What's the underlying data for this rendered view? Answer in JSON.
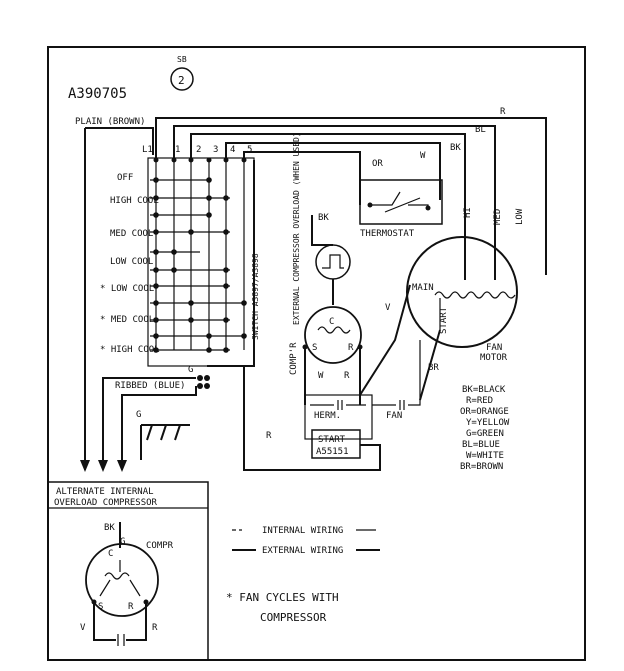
{
  "diagram": {
    "model_number": "A390705",
    "circle_number": "2",
    "circle_superscript": "SB",
    "plain_label": "PLAIN (BROWN)",
    "ribbed_label": "RIBBED (BLUE)",
    "ground_label": "G",
    "terminals": [
      "L1",
      "1",
      "2",
      "3",
      "4",
      "5"
    ],
    "switch_positions": [
      "OFF",
      "HIGH COOL",
      "MED COOL",
      "LOW COOL",
      "* LOW COOL",
      "* MED COOL",
      "* HIGH COOL"
    ],
    "switch_label": "SWITCH A3897/A3898",
    "wire_labels": {
      "r_top": "R",
      "bl": "BL",
      "bk_top": "BK",
      "or": "OR",
      "w_top": "W",
      "bk_comp": "BK",
      "v": "V",
      "w_comp": "W",
      "r_comp": "R",
      "br": "BR",
      "r_bottom": "R",
      "g_bottom": "G",
      "comp_c": "C",
      "comp_s": "S",
      "comp_r": "R"
    },
    "thermostat_label": "THERMOSTAT",
    "overload_label": "EXTERNAL COMPRESSOR OVERLOAD (WHEN USED)",
    "compressor_label": "COMP'R",
    "herm_label": "HERM.",
    "fan_label": "FAN",
    "start_label": "START",
    "start_part": "A55151",
    "fan_motor": {
      "main": "MAIN",
      "start": "START",
      "hi": "HI",
      "med": "MED",
      "low": "LOW",
      "title_line1": "FAN",
      "title_line2": "MOTOR"
    },
    "color_legend": [
      "BK=BLACK",
      "R=RED",
      "OR=ORANGE",
      "Y=YELLOW",
      "G=GREEN",
      "BL=BLUE",
      "W=WHITE",
      "BR=BROWN"
    ],
    "alternate_box": {
      "title_line1": "ALTERNATE    INTERNAL",
      "title_line2": "OVERLOAD COMPRESSOR",
      "bk": "BK",
      "c_label": "C",
      "g_label": "G",
      "compr": "COMPR",
      "s": "S",
      "r": "R",
      "v": "V",
      "r_bottom": "R"
    },
    "wiring_legend": {
      "internal": "INTERNAL WIRING",
      "external": "EXTERNAL WIRING"
    },
    "note_line1": "* FAN CYCLES WITH",
    "note_line2": "COMPRESSOR"
  }
}
